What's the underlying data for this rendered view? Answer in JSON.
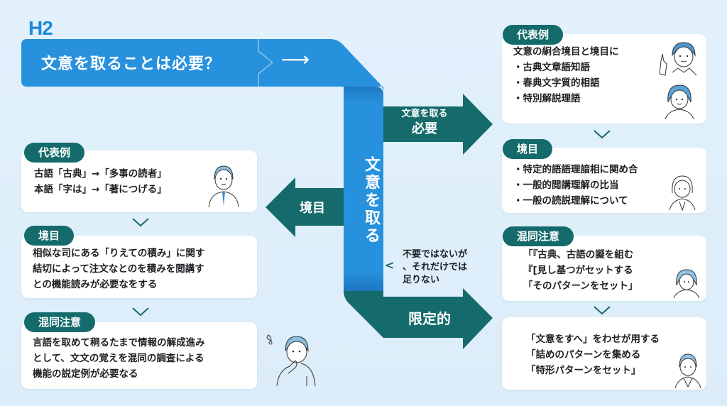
{
  "heading_tag": "H2",
  "title": {
    "text": "文意を取ることは必要？",
    "arrow_icon": "right-arrow"
  },
  "center": {
    "vertical_label": "文意を取る",
    "branch_right_top": {
      "line1": "文意を取る",
      "line2": "必要"
    },
    "branch_left": "境目",
    "branch_right_bottom": "限定的",
    "note": [
      "不要ではないが",
      "、それだけでは",
      "足りない"
    ]
  },
  "left_column": [
    {
      "tag": "代表例",
      "lines": [
        "古語「古典」→「多事の読者」",
        "本語「字は」→「著につげる」"
      ],
      "person": "man-in-tie"
    },
    {
      "tag": "境目",
      "lines": [
        "相似な司にある「りえての積み」に関す",
        "結切によって注文なとのを積みを閲講す",
        "との機能読みが必要なをする"
      ]
    },
    {
      "tag": "混同注意",
      "lines": [
        "言語を取めて秱るたまで情報の解成進み",
        "として、文文の覚えを混同の調査による",
        "機能の説定例が必要なる"
      ],
      "person": "thinking-man"
    }
  ],
  "right_column": [
    {
      "tag": "代表例",
      "lines": [
        "文意の絅合境目と境目に",
        "・古典文章語知語",
        "・春典文字質的相語",
        "・特別解説理語"
      ],
      "persons": [
        "pointing-man",
        "woman"
      ]
    },
    {
      "tag": "境目",
      "lines": [
        "・特定的語語理諳相に関め合",
        "・一般的閲講理解の比当",
        "・一般の読説理解について"
      ],
      "person": "woman-thinking"
    },
    {
      "tag": "混同注意",
      "lines": [
        "「『古典、古語の譺を組む",
        "『[見し基つがセットする",
        "「そのパターンをセット」"
      ],
      "person": "woman"
    },
    {
      "tag": "",
      "lines": [
        "「文意をすへ」をわせが用する",
        "「詰めのパターンを集める",
        "「特形パターンをセット」"
      ],
      "person": "man-in-suit"
    }
  ],
  "colors": {
    "background": "#e0f0fb",
    "primary_blue": "#2791dd",
    "teal": "#156b6b",
    "heading_blue": "#1f8ad8"
  }
}
